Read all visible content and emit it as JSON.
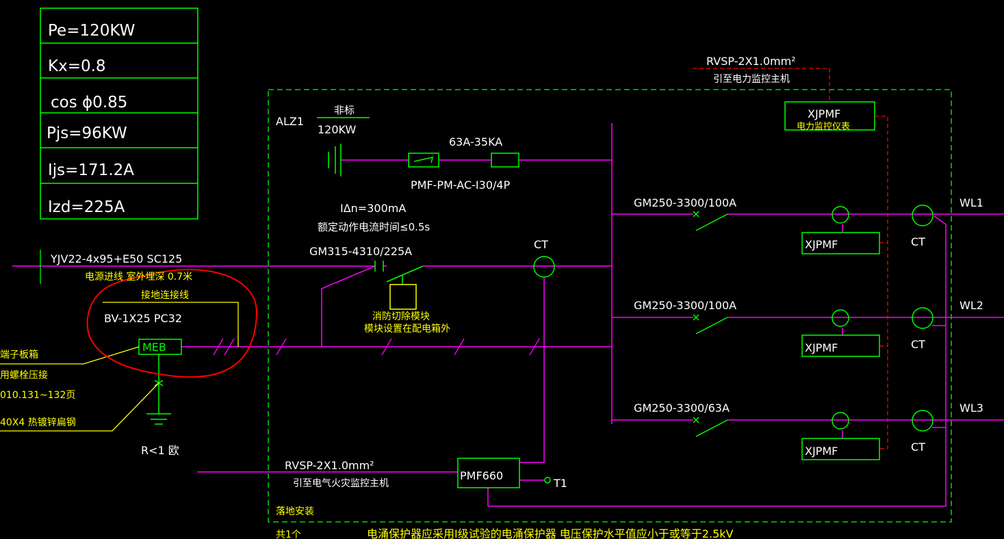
{
  "params": {
    "pe": "Pe=120KW",
    "kx": "Kx=0.8",
    "cos": "cos ϕ0.85",
    "pjs": "Pjs=96KW",
    "ijs": "Ijs=171.2A",
    "izd": "Izd=225A"
  },
  "incoming": {
    "cable": "YJV22-4x95+E50 SC125",
    "note": "电源进线 室外埋深 0.7米"
  },
  "grounding": {
    "link_title": "接地连接线",
    "cable": "BV-1X25 PC32",
    "meb": "MEB",
    "left1": "端子板箱",
    "left2": "用螺栓压接",
    "left3": "010.131~132页",
    "left4": "40X4  热镀锌扁钢",
    "resistance": "R<1  欧"
  },
  "panel": {
    "name": "ALZ1",
    "install": "落地安装",
    "count": "共1个",
    "bottom_note": "电涌保护器应采用Ⅰ级试验的电涌保护器 电压保护水平值应小于或等于2.5kV"
  },
  "spd": {
    "nonstd": "非标",
    "power": "120KW",
    "fuse": "63A-35KA",
    "model": "PMF-PM-AC-I30/4P"
  },
  "main_breaker": {
    "idn": "IΔn=300mA",
    "time": "额定动作电流时间≤0.5s",
    "model": "GM315-4310/225A",
    "fire_module1": "消防切除模块",
    "fire_module2": "模块设置在配电箱外"
  },
  "ct_main": "CT",
  "monitor": {
    "top_cable": "RVSP-2X1.0mm²",
    "top_note": "引至电力监控主机",
    "meter": "XJPMF",
    "meter_note": "电力监控仪表",
    "bottom_cable": "RVSP-2X1.0mm²",
    "bottom_note": "引至电气火灾监控主机",
    "pmf": "PMF660",
    "t1": "T1"
  },
  "feeders": [
    {
      "breaker": "GM250-3300/100A",
      "meter": "XJPMF",
      "ct": "CT",
      "wl": "WL1"
    },
    {
      "breaker": "GM250-3300/100A",
      "meter": "XJPMF",
      "ct": "CT",
      "wl": "WL2"
    },
    {
      "breaker": "GM250-3300/63A",
      "meter": "XJPMF",
      "ct": "CT",
      "wl": "WL3"
    }
  ],
  "colors": {
    "magenta": "#ff00ff",
    "green": "#00ff00",
    "yellow": "#ffff00",
    "red": "#ff0000",
    "white": "#ffffff"
  }
}
